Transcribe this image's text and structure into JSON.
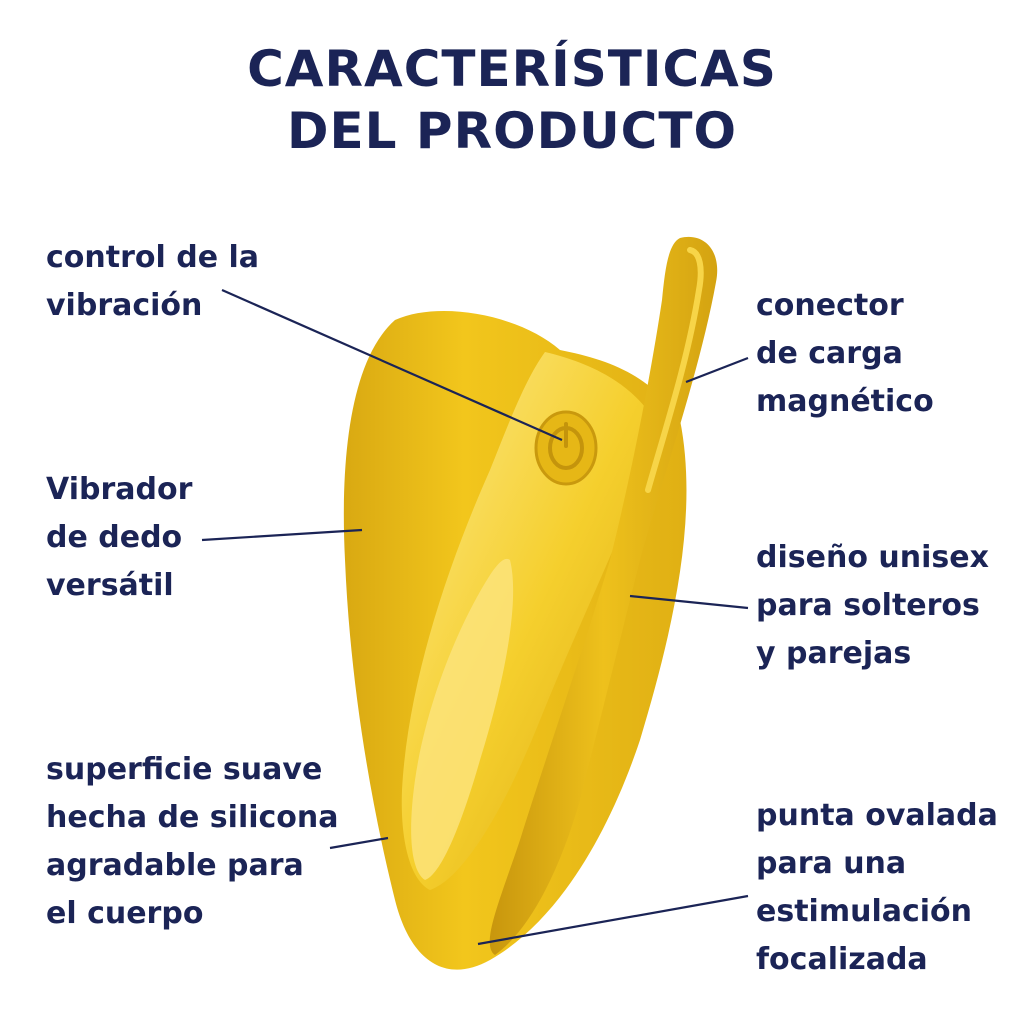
{
  "colors": {
    "text": "#1b2456",
    "product_base": "#f0c419",
    "product_shadow": "#c99a0c",
    "product_highlight": "#fbe37a",
    "leader_line": "#1b2456"
  },
  "title": {
    "line1": "CARACTERÍSTICAS",
    "line2": "DEL PRODUCTO"
  },
  "callouts": {
    "vibration_control": {
      "line1": "control de la",
      "line2": "vibración"
    },
    "charging_connector": {
      "line1": "conector",
      "line2": "de carga",
      "line3": "magnético"
    },
    "finger_vibrator": {
      "line1": "Vibrador",
      "line2": "de dedo",
      "line3": "versátil"
    },
    "unisex_design": {
      "line1": "diseño unisex",
      "line2": "para solteros",
      "line3": "y parejas"
    },
    "soft_surface": {
      "line1": "superficie suave",
      "line2": "hecha de silicona",
      "line3": "agradable para",
      "line4": "el cuerpo"
    },
    "oval_tip": {
      "line1": "punta ovalada",
      "line2": "para una",
      "line3": "estimulación",
      "line4": "focalizada"
    }
  }
}
